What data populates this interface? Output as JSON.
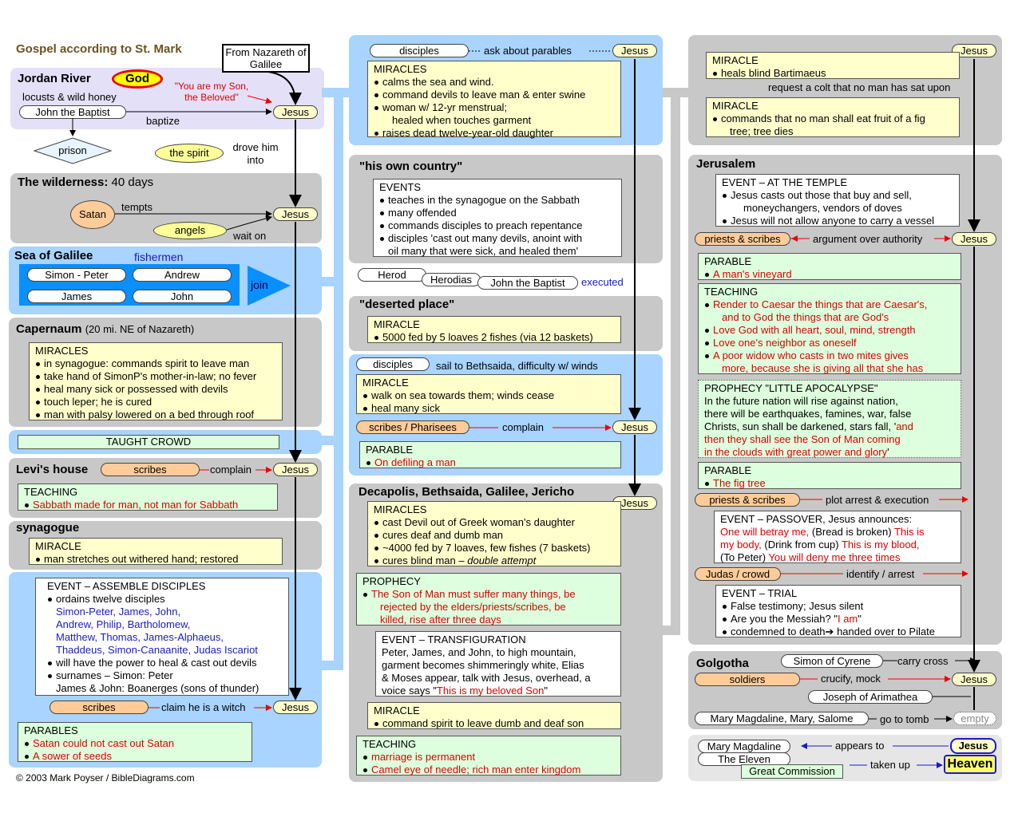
{
  "title": "Gospel according to St. Mark",
  "copyright": "© 2003 Mark Poyser / BibleDiagrams.com",
  "jordan": {
    "heading": "Jordan River",
    "god": "God",
    "quote": "\"You are my Son, the Beloved\"",
    "from": "From Nazareth of Galilee",
    "locusts": "locusts & wild honey",
    "john": "John the Baptist",
    "jesus": "Jesus",
    "baptize": "baptize",
    "prison": "prison",
    "spirit": "the spirit",
    "drove": "drove him into"
  },
  "wilderness": {
    "heading": "The wilderness:",
    "sub": "40 days",
    "satan": "Satan",
    "tempts": "tempts",
    "angels": "angels",
    "wait": "wait on",
    "jesus": "Jesus"
  },
  "galilee": {
    "heading": "Sea of Galilee",
    "fishermen": "fishermen",
    "names": [
      "Simon - Peter",
      "Andrew",
      "James",
      "John"
    ],
    "join": "join"
  },
  "capernaum": {
    "heading": "Capernaum",
    "sub": "(20 mi. NE of Nazareth)",
    "box_title": "MIRACLES",
    "items": [
      "in synagogue: commands spirit to leave man",
      "take hand of SimonP's mother-in-law; no fever",
      "heal many sick or possessed with devils",
      "touch leper;  he is cured",
      "man with palsy lowered on a bed through roof"
    ]
  },
  "taught": "TAUGHT CROWD",
  "levi": {
    "heading": "Levi's house",
    "scribes": "scribes",
    "complain": "complain",
    "jesus": "Jesus",
    "box_title": "TEACHING",
    "item": "Sabbath  made for man, not man for Sabbath"
  },
  "synagogue": {
    "heading": "synagogue",
    "box_title": "MIRACLE",
    "item": "man stretches out withered hand; restored"
  },
  "assemble": {
    "box_title": "EVENT – ASSEMBLE DISCIPLES",
    "ordains": "ordains twelve disciples",
    "names": [
      "Simon-Peter, James, John,",
      "Andrew, Philip, Bartholomew,",
      "Matthew, Thomas, James-Alphaeus,",
      "Thaddeus, Simon-Canaanite, Judas Iscariot"
    ],
    "power": "will have the power to heal & cast out devils",
    "surnames": "surnames – Simon: Peter",
    "boanerges": "James & John: Boanerges (sons of thunder)",
    "scribes": "scribes",
    "witch": "claim he is a witch",
    "jesus": "Jesus",
    "parables_title": "PARABLES",
    "parables": [
      "Satan could not cast out Satan",
      "A sower of seeds"
    ]
  },
  "col2": {
    "disciples": "disciples",
    "ask": "ask about parables",
    "jesus": "Jesus",
    "miracles_title": "MIRACLES",
    "miracles": [
      "calms the sea and wind.",
      "command devils to leave man & enter swine",
      "woman w/ 12-yr menstrual;",
      "healed when touches garment",
      "raises dead twelve-year-old daughter"
    ],
    "own_heading": "\"his own country\"",
    "events_title": "EVENTS",
    "events": [
      "teaches in the synagogue on the Sabbath",
      "many offended",
      "commands disciples to preach repentance",
      "disciples 'cast out many devils, anoint with",
      "oil many that were sick, and healed them'"
    ],
    "herod": "Herod",
    "herodias": "Herodias",
    "jb": "John the Baptist",
    "executed": "executed",
    "deserted_heading": "\"deserted place\"",
    "d_title": "MIRACLE",
    "d_item": "5000 fed by 5 loaves 2 fishes (via 12 baskets)",
    "sail_disciples": "disciples",
    "sail": "sail to Bethsaida, difficulty w/ winds",
    "walk_title": "MIRACLE",
    "walk": [
      "walk on sea towards them; winds cease",
      "heal many sick"
    ],
    "sp": "scribes / Pharisees",
    "complain": "complain",
    "parable_title": "PARABLE",
    "parable": "On defiling a man",
    "dec_heading": "Decapolis, Bethsaida, Galilee, Jericho",
    "dec_title": "MIRACLES",
    "dec_items": [
      "cast Devil out of Greek woman's daughter",
      "cures deaf and dumb man",
      "~4000 fed by 7 loaves, few fishes (7 baskets)",
      "cures blind man – "
    ],
    "double": "double attempt",
    "proph_title": "PROPHECY",
    "proph": [
      "The Son of Man must suffer many things, be",
      "rejected by the elders/priests/scribes, be",
      "killed, rise after three days"
    ],
    "trans_title": "EVENT – TRANSFIGURATION",
    "trans": [
      "Peter, James, and John, to high mountain,",
      "garment becomes shimmeringly white, Elias",
      "& Moses appear, talk with Jesus, overhead, a"
    ],
    "voice1": "voice says \"",
    "voice_red": "This is my beloved Son",
    "voice2": "\"",
    "m2_title": "MIRACLE",
    "m2": "command spirit to leave dumb and deaf son",
    "t2_title": "TEACHING",
    "t2": [
      "marriage is permanent",
      "Camel eye of needle; rich man enter kingdom"
    ]
  },
  "col3": {
    "jesus": "Jesus",
    "bart_title": "MIRACLE",
    "bart": "heals blind Bartimaeus",
    "colt": "request a colt that no man has sat upon",
    "fig_title": "MIRACLE",
    "fig": [
      "commands that no man shall eat fruit of a fig",
      "tree; tree dies"
    ],
    "jer_heading": "Jerusalem",
    "temple_title": "EVENT – AT THE TEMPLE",
    "temple": [
      "Jesus casts out those that buy and sell,",
      "moneychangers, vendors of doves",
      "Jesus will not allow anyone to carry a vessel"
    ],
    "ps": "priests & scribes",
    "argument": "argument over authority",
    "vine_title": "PARABLE",
    "vine": "A man's vineyard",
    "teach_title": "TEACHING",
    "teach": [
      "Render to Caesar the things that are Caesar's,",
      "and to God the things that are God's",
      "Love God with all heart, soul, mind, strength",
      "Love one's neighbor as oneself",
      "A poor widow who casts in two mites gives",
      "more, because she is giving all that she has"
    ],
    "proph_title": "PROPHECY  \"LITTLE APOCALYPSE\"",
    "proph": [
      "In the future nation will rise against nation,",
      "there will be earthquakes, famines, war, false",
      "Christs, sun shall be darkened, stars fall, '"
    ],
    "proph_red1": "and",
    "proph_red2": [
      "then they shall see the Son of Man coming",
      "in the clouds with great power and glory"
    ],
    "proph_end": "'",
    "fig2_title": "PARABLE",
    "fig2": "The fig tree",
    "ps2": "priests & scribes",
    "plot": "plot arrest & execution",
    "pass_title": "EVENT – PASSOVER, Jesus announces:",
    "pass_a": "One will betray me,",
    "pass_b": " (Bread is broken) ",
    "pass_c": "This is",
    "pass_d": "my body,",
    "pass_e": " (Drink from cup) ",
    "pass_f": "This is my blood,",
    "pass_g": "(To Peter) ",
    "pass_h": "You will deny me three times",
    "judas": "Judas / crowd",
    "identify": "identify / arrest",
    "trial_title": "EVENT – TRIAL",
    "trial1": "False testimony; Jesus silent",
    "trial2a": "Are you the Messiah? \"",
    "trial2b": "I am",
    "trial2c": "\"",
    "trial3": "condemned to death",
    "trial3b": " handed over to Pilate",
    "gol_heading": "Golgotha",
    "simon": "Simon of Cyrene",
    "carry": "carry cross",
    "soldiers": "soldiers",
    "crucify": "crucify, mock",
    "joseph": "Joseph of Arimathea",
    "marys": "Mary Magdaline, Mary, Salome",
    "tomb": "go to tomb",
    "empty": "empty",
    "mm": "Mary Magdaline",
    "appears": "appears to",
    "eleven": "The Eleven",
    "taken": "taken up",
    "gc": "Great Commission",
    "heaven": "Heaven"
  }
}
